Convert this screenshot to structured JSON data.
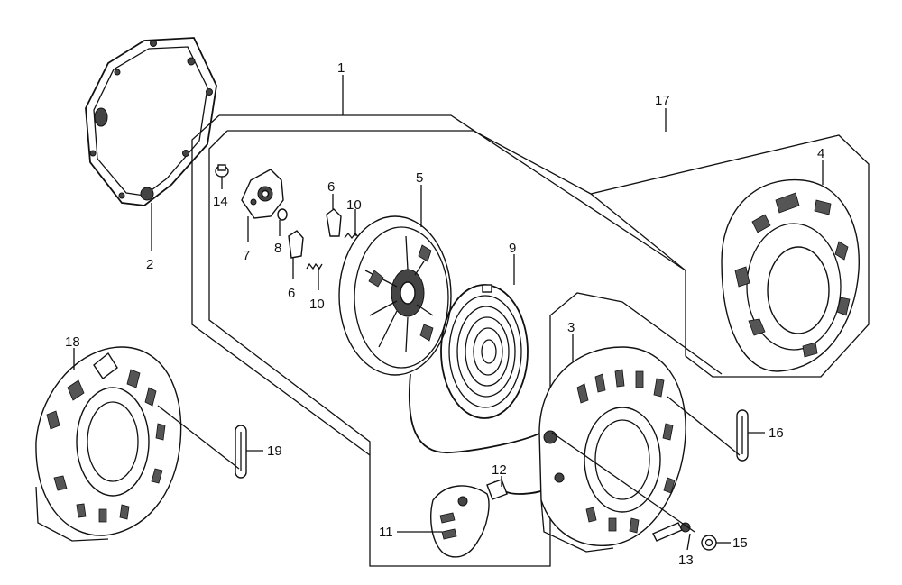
{
  "callouts": [
    {
      "id": "c1",
      "label": "1"
    },
    {
      "id": "c2",
      "label": "2"
    },
    {
      "id": "c3",
      "label": "3"
    },
    {
      "id": "c4",
      "label": "4"
    },
    {
      "id": "c5",
      "label": "5"
    },
    {
      "id": "c6a",
      "label": "6"
    },
    {
      "id": "c6b",
      "label": "6"
    },
    {
      "id": "c7",
      "label": "7"
    },
    {
      "id": "c8",
      "label": "8"
    },
    {
      "id": "c9",
      "label": "9"
    },
    {
      "id": "c10a",
      "label": "10"
    },
    {
      "id": "c10b",
      "label": "10"
    },
    {
      "id": "c11",
      "label": "11"
    },
    {
      "id": "c12",
      "label": "12"
    },
    {
      "id": "c13",
      "label": "13"
    },
    {
      "id": "c14",
      "label": "14"
    },
    {
      "id": "c15",
      "label": "15"
    },
    {
      "id": "c16",
      "label": "16"
    },
    {
      "id": "c17",
      "label": "17"
    },
    {
      "id": "c18",
      "label": "18"
    },
    {
      "id": "c19",
      "label": "19"
    }
  ]
}
